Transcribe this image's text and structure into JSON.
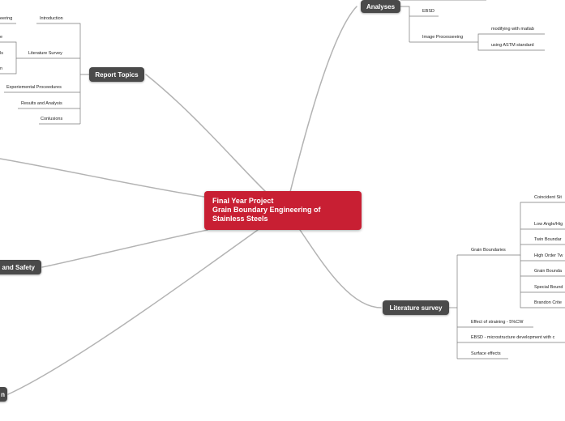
{
  "central": {
    "line1": "Final Year Project",
    "line2": "Grain Boundary Engineering of",
    "line3": "Stainless Steels",
    "color": "#c81f33"
  },
  "topics": {
    "analyses": "Analyses",
    "report_topics": "Report Topics",
    "literature_survey": "Literature survey",
    "safety": "and Safety",
    "partial_bottom": "n"
  },
  "analyses": {
    "ebsd": "EBSD",
    "image_processing": "Image Processeeing",
    "modifying_matlab": "modifying with matlab",
    "astm": "using ASTM standard"
  },
  "report": {
    "introduction": "Introduction",
    "partial_engineering": "eering",
    "literature_survey": "Literature Survey",
    "partial_e": "e",
    "partial_ls": "ls",
    "partial_n": "n",
    "experimental": "Experiemental Proceedures",
    "results": "Results and Analysis",
    "conclusions": "Conlusions"
  },
  "literature": {
    "grain_boundaries": "Grain Boundaries",
    "coincident": "Coincident Sit",
    "low_angle": "Low Angle/Hig",
    "twin": "Twin Boundar",
    "high_order": "High Order Tw",
    "grain_bounda": "Grain Bounda",
    "special": "Special Bound",
    "brandon": "Brandon Crite",
    "straining": "Effect of straining - 5%CW",
    "ebsd_micro": "EBSD - microstructure development with c",
    "surface": "Surface effects"
  },
  "colors": {
    "topic_bg": "#4a4a4a",
    "connector": "#b3b3b3",
    "leaf_line": "#7a7a7a"
  }
}
